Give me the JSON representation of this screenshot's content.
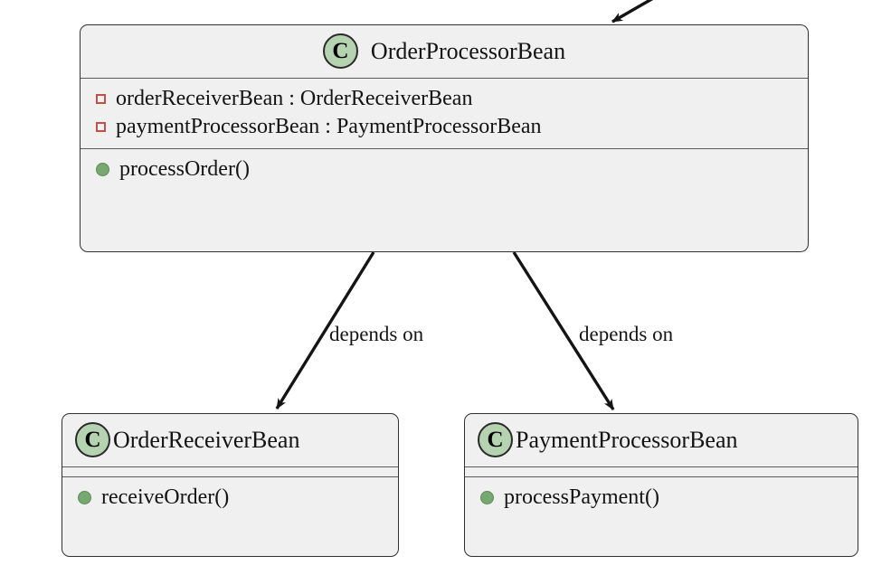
{
  "diagram": {
    "title": "UML class dependency diagram",
    "background_color": "#ffffff",
    "class_icon_color": "#b5d2b1",
    "private_marker_color": "#c0504a",
    "public_marker_color": "#78a871",
    "box_fill_color": "#f0f0f0",
    "box_border_color": "#33312f",
    "edge_color": "#141414"
  },
  "classes": [
    {
      "id": "order-processor-bean",
      "icon_letter": "C",
      "name": "OrderProcessorBean",
      "attributes": [
        {
          "visibility": "private",
          "text": "orderReceiverBean : OrderReceiverBean"
        },
        {
          "visibility": "private",
          "text": "paymentProcessorBean : PaymentProcessorBean"
        }
      ],
      "methods": [
        {
          "visibility": "public",
          "text": "processOrder()"
        }
      ]
    },
    {
      "id": "order-receiver-bean",
      "icon_letter": "C",
      "name": "OrderReceiverBean",
      "attributes": [],
      "methods": [
        {
          "visibility": "public",
          "text": "receiveOrder()"
        }
      ]
    },
    {
      "id": "payment-processor-bean",
      "icon_letter": "C",
      "name": "PaymentProcessorBean",
      "attributes": [],
      "methods": [
        {
          "visibility": "public",
          "text": "processPayment()"
        }
      ]
    }
  ],
  "edges": [
    {
      "id": "edge-incoming",
      "label": "",
      "from": "offscreen",
      "to": "order-processor-bean"
    },
    {
      "id": "edge-depends-on-receiver",
      "label": "depends on",
      "from": "order-processor-bean",
      "to": "order-receiver-bean"
    },
    {
      "id": "edge-depends-on-payment",
      "label": "depends on",
      "from": "order-processor-bean",
      "to": "payment-processor-bean"
    }
  ]
}
